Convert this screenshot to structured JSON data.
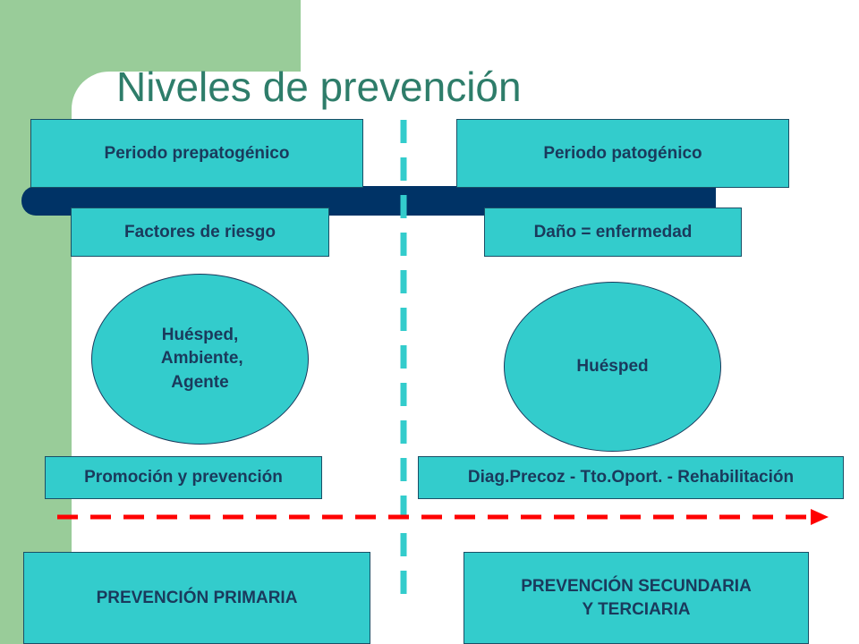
{
  "title": "Niveles de prevención",
  "periods": {
    "prepathogenic": "Periodo prepatogénico",
    "pathogenic": "Periodo patogénico"
  },
  "labels": {
    "risk_factors": "Factores de riesgo",
    "damage": "Daño = enfermedad",
    "promotion": "Promoción y prevención",
    "diagnosis": "Diag.Precoz - Tto.Oport. - Rehabilitación"
  },
  "ovals": {
    "left_lines": [
      "Huésped,",
      " Ambiente,",
      "Agente"
    ],
    "right": "Huésped"
  },
  "levels": {
    "primary": "PREVENCIÓN PRIMARIA",
    "secondary_line1": "PREVENCIÓN SECUNDARIA",
    "secondary_line2": "Y TERCIARIA"
  },
  "colors": {
    "box_fill": "#33cccc",
    "timeline": "#003366",
    "divider": "#33cccc",
    "arrow": "#ff0000",
    "background_band": "#99cc99",
    "title": "#2e7d6a"
  }
}
